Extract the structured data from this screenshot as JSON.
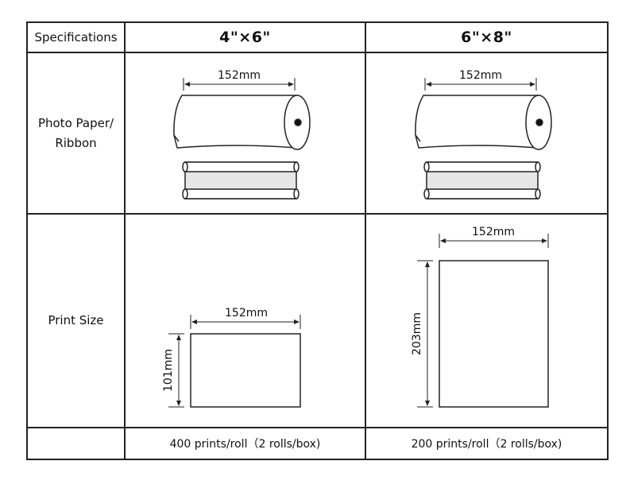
{
  "table": {
    "header": {
      "label": "Specifications",
      "size_a": "4\"×6\"",
      "size_b": "6\"×8\""
    },
    "rows": {
      "photo_paper_label_line1": "Photo Paper/",
      "photo_paper_label_line2": "Ribbon",
      "print_size_label": "Print Size"
    },
    "figures": {
      "roll_a_width": "152mm",
      "roll_b_width": "152mm",
      "print_a_width": "152mm",
      "print_a_height": "101mm",
      "print_b_width": "152mm",
      "print_b_height": "203mm"
    },
    "counts": {
      "a": "400 prints/roll（2 rolls/box)",
      "b": "200 prints/roll（2 rolls/box)"
    }
  }
}
